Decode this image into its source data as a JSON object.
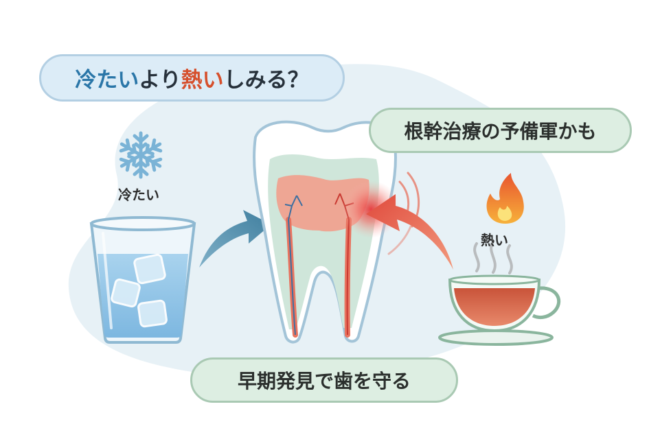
{
  "title": {
    "part_cold": "冷たい",
    "part_mid": "より",
    "part_hot": "熱い",
    "part_end": "しみる？"
  },
  "callout_root_canal": "根幹治療の予備軍かも",
  "callout_early": "早期発見で歯を守る",
  "cold_label": "冷たい",
  "hot_label": "熱い",
  "icons": {
    "cold": "snowflake-icon",
    "hot": "flame-icon"
  },
  "colors": {
    "cold_accent": "#2a76a8",
    "hot_accent": "#d64f2c",
    "background_blob": "#e7f1f6",
    "pill_blue": "#dcecf7",
    "pill_green": "#ddeee2"
  }
}
